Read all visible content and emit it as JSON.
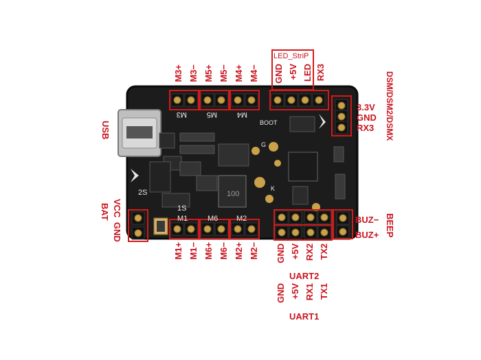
{
  "colors": {
    "label": "#c8141e",
    "board": "#1c1c1c",
    "board_edge": "#0a0a0a",
    "gold": "#c9a24a",
    "highlight_box": "#d11a1a"
  },
  "labels": {
    "top_motors": [
      "M3+",
      "M3−",
      "M5+",
      "M5−",
      "M4+",
      "M4−"
    ],
    "led_strip_title": "LED_StriP",
    "led_pins": [
      "GND",
      "+5V",
      "LED"
    ],
    "rx3_top": "RX3",
    "dsm_title": "DSM/DSM2/DSMX",
    "dsm_pins": [
      "3.3V",
      "GND",
      "RX3"
    ],
    "usb": "USB",
    "power_pins": [
      "VCC",
      "GND"
    ],
    "bat": "BAT",
    "bottom_motors": [
      "M1+",
      "M1−",
      "M6+",
      "M6−",
      "M2+",
      "M2−"
    ],
    "uart2_pins": [
      "GND",
      "+5V",
      "RX2",
      "TX2"
    ],
    "uart2_title": "UART2",
    "uart1_pins": [
      "GND",
      "+5V",
      "RX1",
      "TX1"
    ],
    "uart1_title": "UART1",
    "buz_pins": [
      "BUZ−",
      "BUZ+"
    ],
    "beep": "BEEP"
  },
  "silkscreen": {
    "m3": "M3",
    "m5": "M5",
    "m4": "M4",
    "m1": "M1",
    "m6": "M6",
    "m2": "M2",
    "boot": "BOOT",
    "two_s": "2S",
    "one_s": "1S",
    "inductor": "100",
    "g": "G",
    "k": "K"
  }
}
